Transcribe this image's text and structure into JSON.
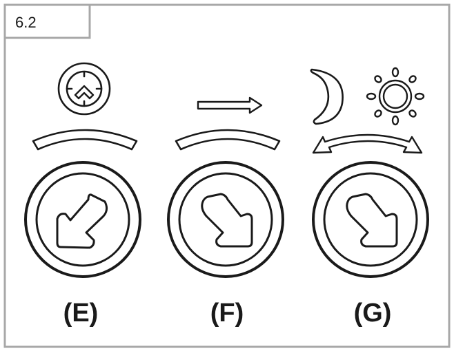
{
  "figure": {
    "number": "6.2"
  },
  "panels": [
    {
      "label": "(E)",
      "indicator_icon": "chevron-up-in-circle-icon",
      "arc_icon": "single-arc-icon",
      "knob_icon": "knob-arrow-down-left-icon"
    },
    {
      "label": "(F)",
      "indicator_icon": "right-arrow-icon",
      "arc_icon": "single-arc-icon",
      "knob_icon": "knob-arrow-down-right-icon"
    },
    {
      "label": "(G)",
      "indicator_icons": [
        "moon-icon",
        "sun-icon"
      ],
      "arc_icon": "double-headed-arc-arrow-icon",
      "knob_icon": "knob-arrow-down-right-icon"
    }
  ],
  "colors": {
    "frame": "#a8a8a8",
    "ink": "#1a1a1a",
    "background": "#ffffff"
  }
}
